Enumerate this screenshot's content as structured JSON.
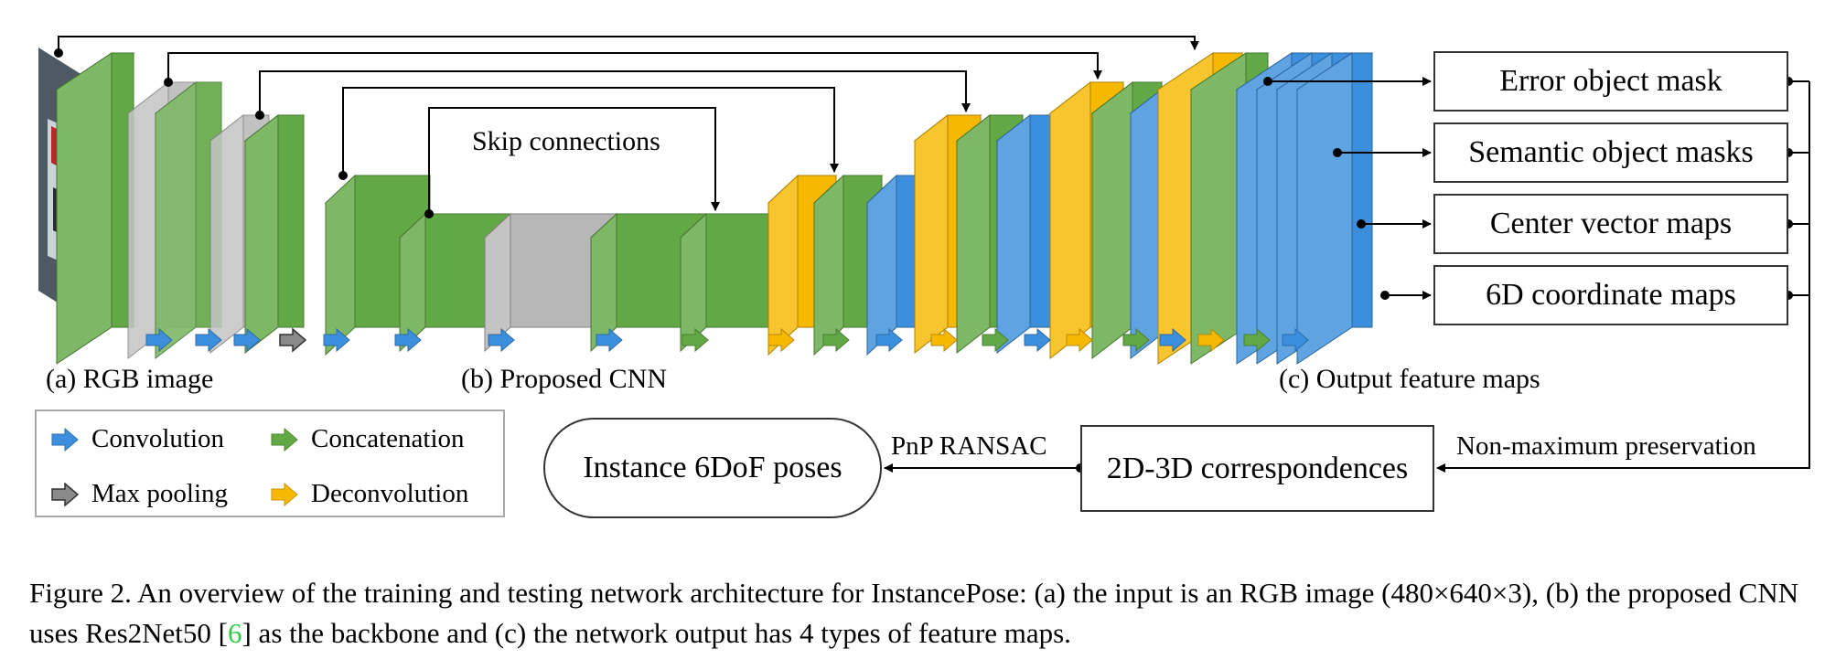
{
  "labels": {
    "rgb_image": "(a) RGB image",
    "proposed_cnn": "(b) Proposed CNN",
    "output_maps": "(c) Output feature maps",
    "skip_connections": "Skip connections"
  },
  "outputs": [
    "Error object mask",
    "Semantic object masks",
    "Center vector maps",
    "6D coordinate maps"
  ],
  "pipeline": {
    "correspondences": "2D-3D correspondences",
    "poses": "Instance 6DoF poses",
    "pnp_label": "PnP RANSAC",
    "nms_label": "Non-maximum preservation"
  },
  "legend": [
    {
      "icon": "blue-arrow-icon",
      "label": "Convolution",
      "color": "#3c8fdc"
    },
    {
      "icon": "green-arrow-icon",
      "label": "Concatenation",
      "color": "#62a844"
    },
    {
      "icon": "gray-arrow-icon",
      "label": "Max pooling",
      "color": "#8a8a8a"
    },
    {
      "icon": "orange-arrow-icon",
      "label": "Deconvolution",
      "color": "#f6b800"
    }
  ],
  "caption": {
    "before_ref": "Figure 2. An overview of the training and testing network architecture for InstancePose: (a) the input is an RGB image (480×640×3), (b) the proposed CNN uses Res2Net50 [",
    "ref": "6",
    "after_ref": "] as the backbone and (c) the network output has 4 types of feature maps."
  },
  "colors": {
    "green": "#62a844",
    "gray": "#b7b7b7",
    "yellow": "#f6b800",
    "blue": "#3c8fdc",
    "ref_link": "#2ecc40"
  }
}
